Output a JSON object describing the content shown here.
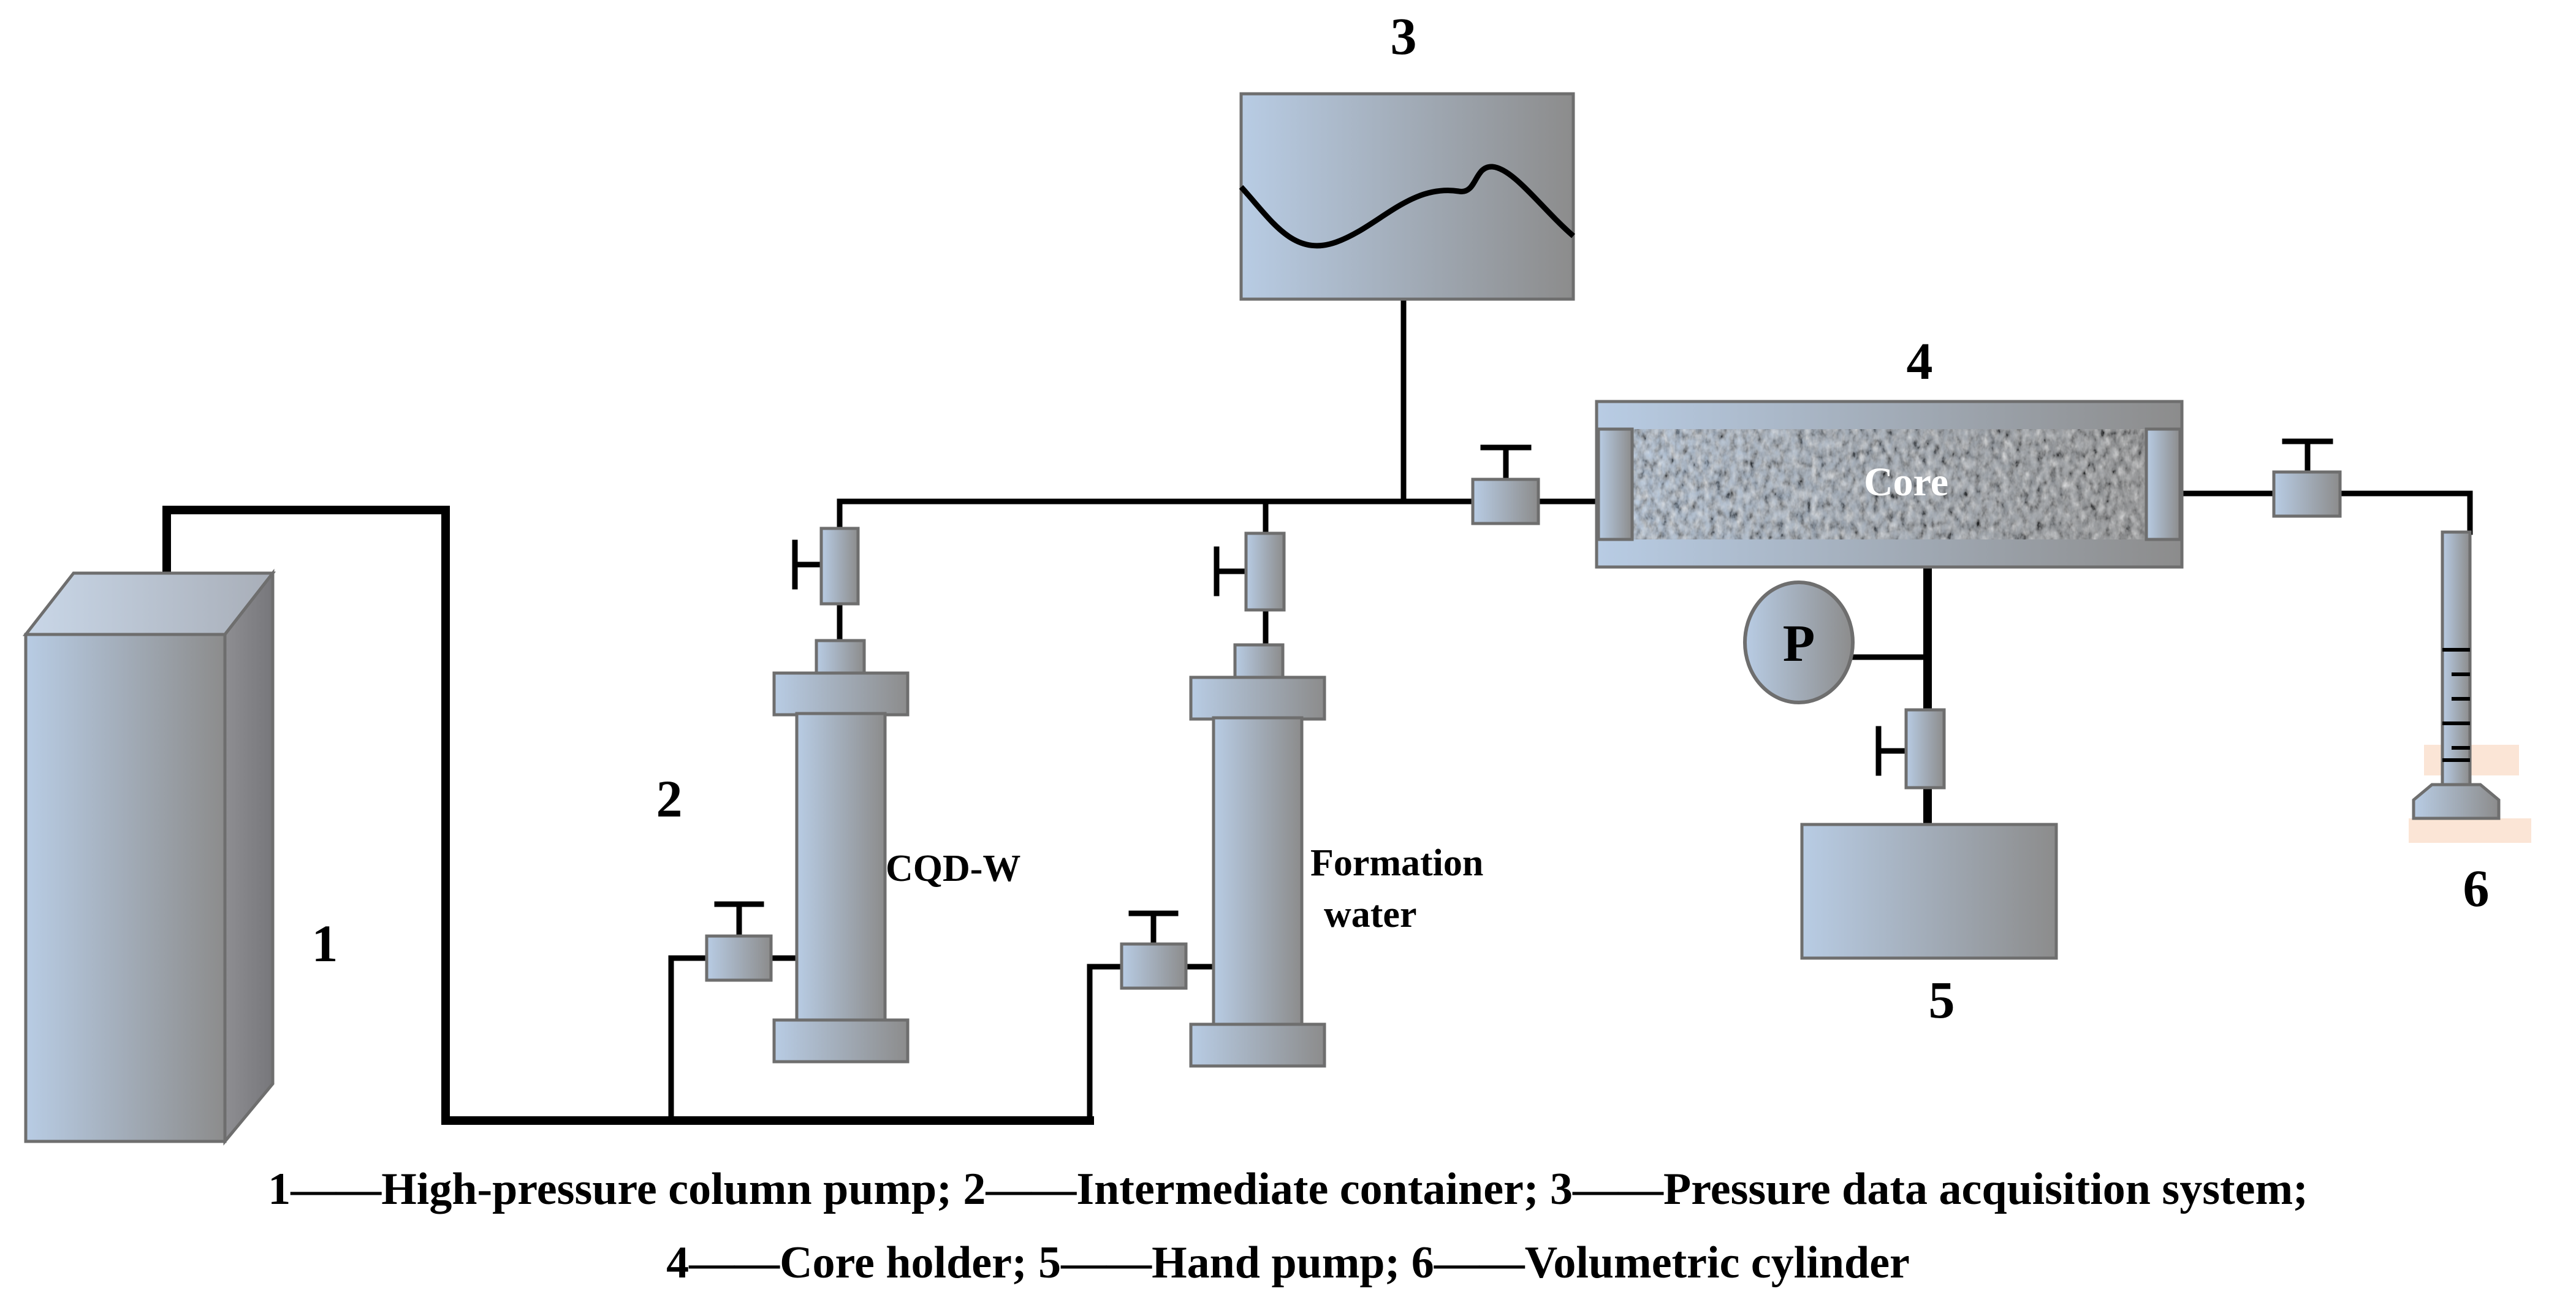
{
  "labels": {
    "pump": "1",
    "container": "2",
    "acquisition": "3",
    "holder": "4",
    "hand_pump": "5",
    "cylinder": "6",
    "core": "Core",
    "cqdw": "CQD-W",
    "formation_line1": "Formation",
    "formation_line2": "water",
    "gauge": "P"
  },
  "caption": {
    "line1": "1——High-pressure column pump; 2——Intermediate container; 3——Pressure data acquisition system;",
    "line2": "4——Core holder; 5——Hand pump; 6——Volumetric cylinder"
  },
  "colors": {
    "metal_light": "#b8cce4",
    "metal_dark": "#8c8c8c",
    "pipe": "#000000",
    "cylinder_base": "#fbe5d6"
  }
}
